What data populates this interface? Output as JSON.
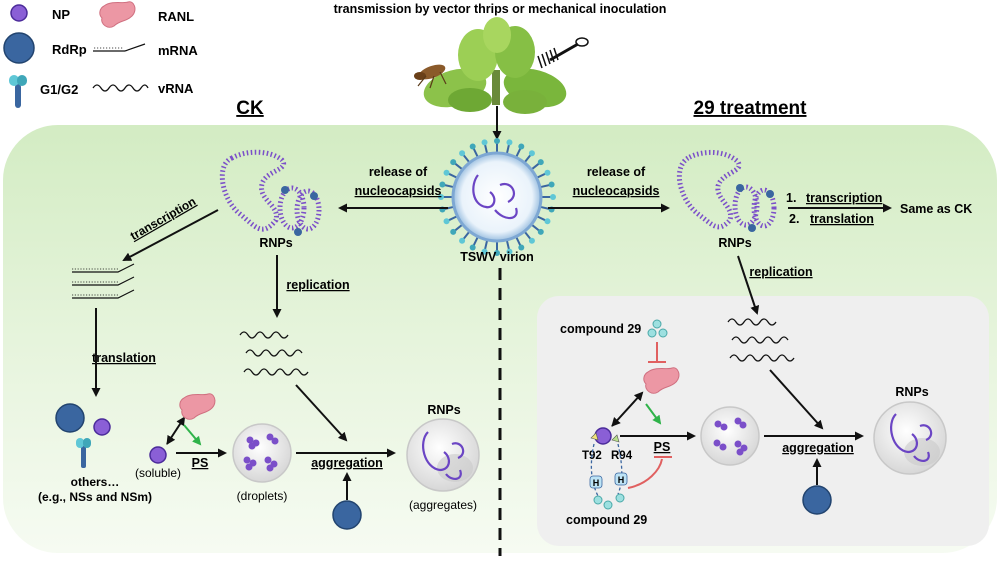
{
  "colors": {
    "panel_fill": "#dff0d2",
    "inner_box": "#efefef",
    "np_purple": "#7b4fc9",
    "rdrp_blue": "#3a66a0",
    "ranl_pink": "#e58a9a",
    "compound_teal": "#7fd3d3",
    "arrow_green": "#2fb34a",
    "inhibit_red": "#e06060"
  },
  "legend": {
    "np": "NP",
    "rdrp": "RdRp",
    "g1g2": "G1/G2",
    "ranl": "RANL",
    "mrna": "mRNA",
    "vrna": "vRNA",
    "icons": [
      "np-dot-icon",
      "rdrp-ball-icon",
      "glycoprotein-icon",
      "ranl-protein-icon",
      "mrna-line-icon",
      "vrna-wave-icon"
    ]
  },
  "top": {
    "transmission": "transmission by vector thrips or mechanical inoculation",
    "icons": [
      "thrips-icon",
      "plant-icon",
      "brush-icon"
    ]
  },
  "virion": {
    "label": "TSWV virion"
  },
  "ck": {
    "title": "CK",
    "release1": "release of",
    "release2": "nucleocapsids",
    "rnps": "RNPs",
    "transcription": "transcription",
    "replication": "replication",
    "translation": "translation",
    "others1": "others…",
    "others2": "(e.g., NSs and NSm)",
    "soluble": "(soluble)",
    "ps": "PS",
    "droplets": "(droplets)",
    "aggregation": "aggregation",
    "rnps_agg": "RNPs",
    "aggregates": "(aggregates)"
  },
  "t29": {
    "title": "29 treatment",
    "release1": "release of",
    "release2": "nucleocapsids",
    "rnps": "RNPs",
    "step1": "transcription",
    "step2": "translation",
    "num1": "1.",
    "num2": "2.",
    "same": "Same as CK",
    "replication": "replication",
    "compound_top": "compound 29",
    "compound_bottom": "compound 29",
    "t92": "T92",
    "r94": "R94",
    "h": "H",
    "ps": "PS",
    "aggregation": "aggregation",
    "rnps_agg": "RNPs"
  }
}
